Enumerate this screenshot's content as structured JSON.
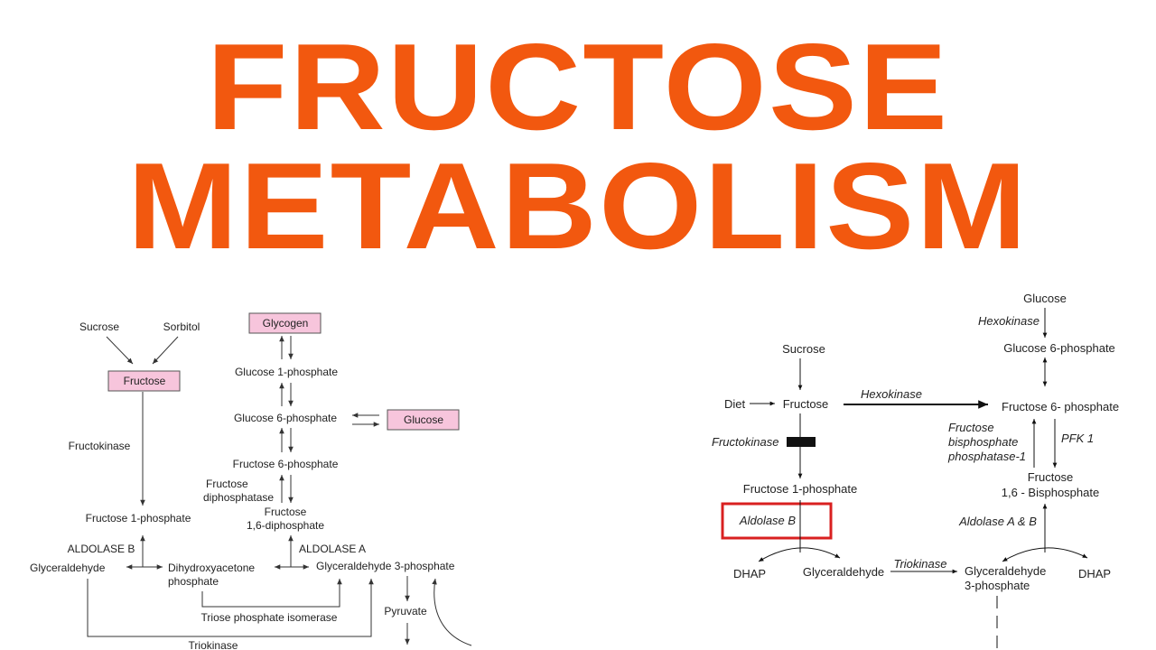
{
  "title": {
    "line1": "FRUCTOSE",
    "line2": "METABOLISM"
  },
  "left": {
    "sucrose": "Sucrose",
    "sorbitol": "Sorbitol",
    "fructose": "Fructose",
    "fructokinase": "Fructokinase",
    "fructose_1p": "Fructose 1-phosphate",
    "aldolase_b": "ALDOLASE B",
    "glyceraldehyde": "Glyceraldehyde",
    "dhap_1": "Dihydroxyacetone",
    "dhap_2": "phosphate",
    "triose_isomerase": "Triose phosphate isomerase",
    "triokinase": "Triokinase",
    "glycogen": "Glycogen",
    "glucose_1p": "Glucose 1-phosphate",
    "glucose_6p": "Glucose 6-phosphate",
    "glucose": "Glucose",
    "fructose_6p": "Fructose 6-phosphate",
    "fdp_ase_1": "Fructose",
    "fdp_ase_2": "diphosphatase",
    "f16dp_1": "Fructose",
    "f16dp_2": "1,6-diphosphate",
    "aldolase_a": "ALDOLASE A",
    "g3p": "Glyceraldehyde 3-phosphate",
    "pyruvate": "Pyruvate",
    "box_color": "#f7c5dc"
  },
  "right": {
    "glucose": "Glucose",
    "hexokinase_top": "Hexokinase",
    "glucose_6p": "Glucose 6-phosphate",
    "sucrose": "Sucrose",
    "diet": "Diet",
    "fructose": "Fructose",
    "hexokinase_mid": "Hexokinase",
    "fructose_6p": "Fructose 6- phosphate",
    "fbp_1": "Fructose",
    "fbp_2": "bisphosphate",
    "fbp_3": "phosphatase-1",
    "pfk": "PFK 1",
    "fructokinase": "Fructokinase",
    "fructose_16bp_1": "Fructose",
    "fructose_16bp_2": "1,6 - Bisphosphate",
    "fructose_1p": "Fructose 1-phosphate",
    "aldolase_b": "Aldolase B",
    "aldolase_ab": "Aldolase A & B",
    "dhap_left": "DHAP",
    "glyceraldehyde": "Glyceraldehyde",
    "triokinase": "Triokinase",
    "g3p_1": "Glyceraldehyde",
    "g3p_2": "3-phosphate",
    "dhap_right": "DHAP",
    "highlight_color": "#d92020"
  }
}
